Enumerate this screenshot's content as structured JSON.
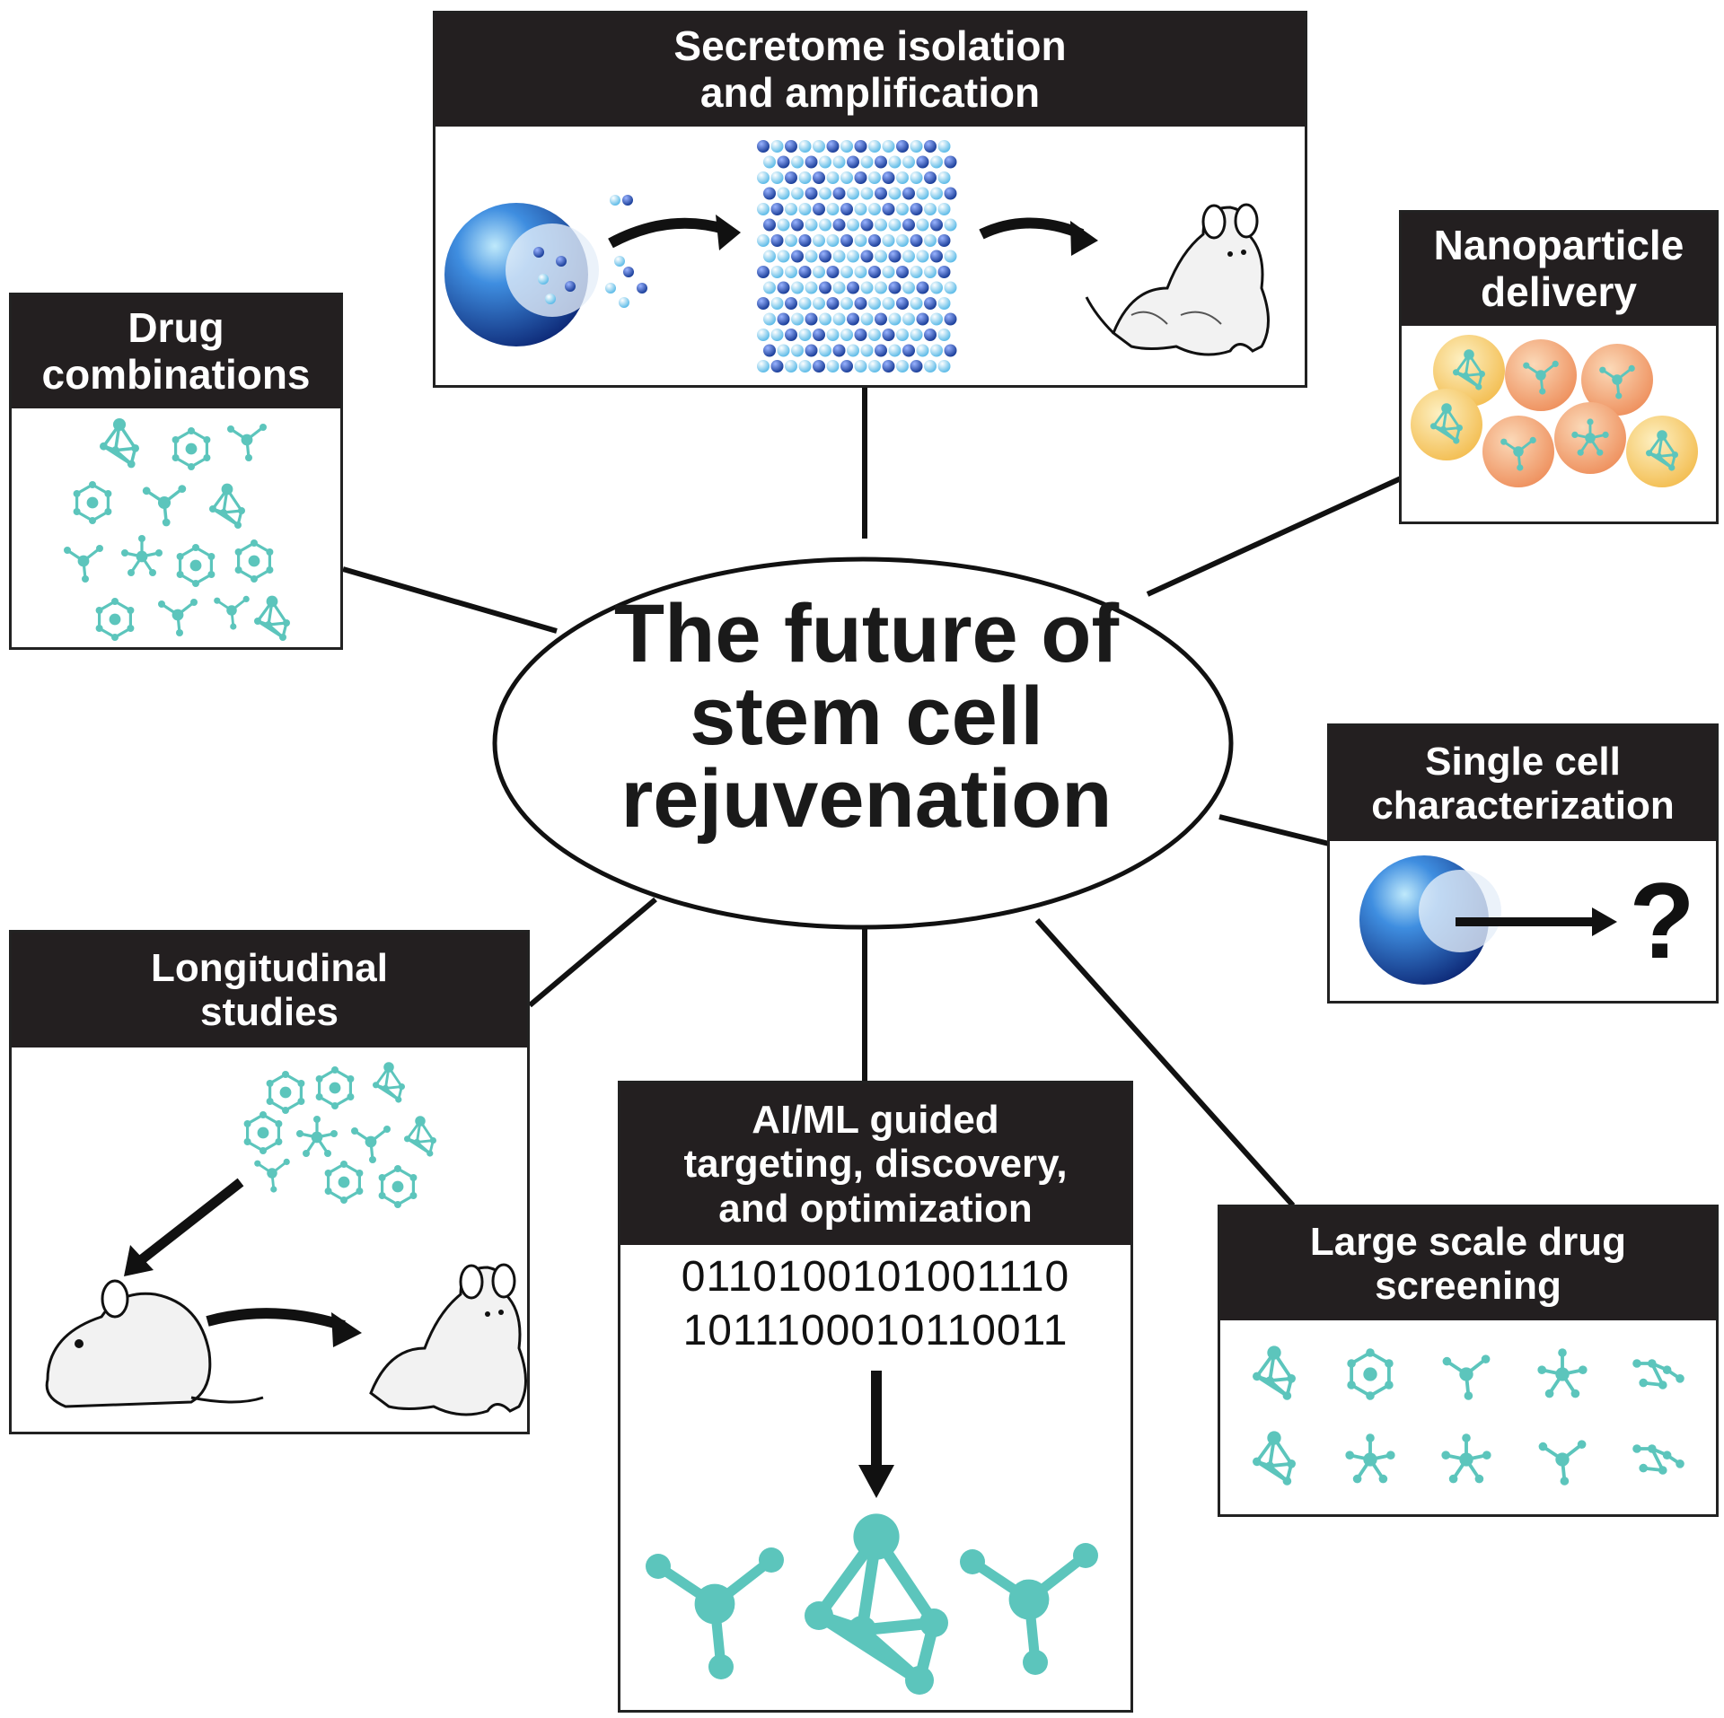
{
  "center": {
    "line1": "The future of",
    "line2": "stem cell",
    "line3": "rejuvenation"
  },
  "panels": {
    "secretome": {
      "line1": "Secretome isolation",
      "line2": "and amplification"
    },
    "drug_combinations": {
      "line1": "Drug",
      "line2": "combinations"
    },
    "nanoparticle": {
      "line1": "Nanoparticle",
      "line2": "delivery"
    },
    "single_cell": {
      "line1": "Single cell",
      "line2": "characterization",
      "question_mark": "?"
    },
    "longitudinal": {
      "line1": "Longitudinal",
      "line2": "studies"
    },
    "ai_ml": {
      "line1": "AI/ML guided",
      "line2": "targeting, discovery,",
      "line3": "and optimization",
      "binary1": "0110100101001110",
      "binary2": "1011100010110011"
    },
    "screening": {
      "line1": "Large scale drug",
      "line2": "screening"
    }
  },
  "colors": {
    "header_bg": "#231f20",
    "molecule_teal": "#5cc5bc",
    "cell_blue_dark": "#1b3f9a",
    "cell_blue_light": "#8fd3f0",
    "nano_orange": "#f2a46f",
    "nano_yellow": "#f6cf6c"
  },
  "icons": [
    "stem-cell-icon",
    "secretome-particles-icon",
    "mouse-icon",
    "molecule-icon",
    "nanoparticle-icon",
    "arrow-icon",
    "question-mark-icon"
  ]
}
